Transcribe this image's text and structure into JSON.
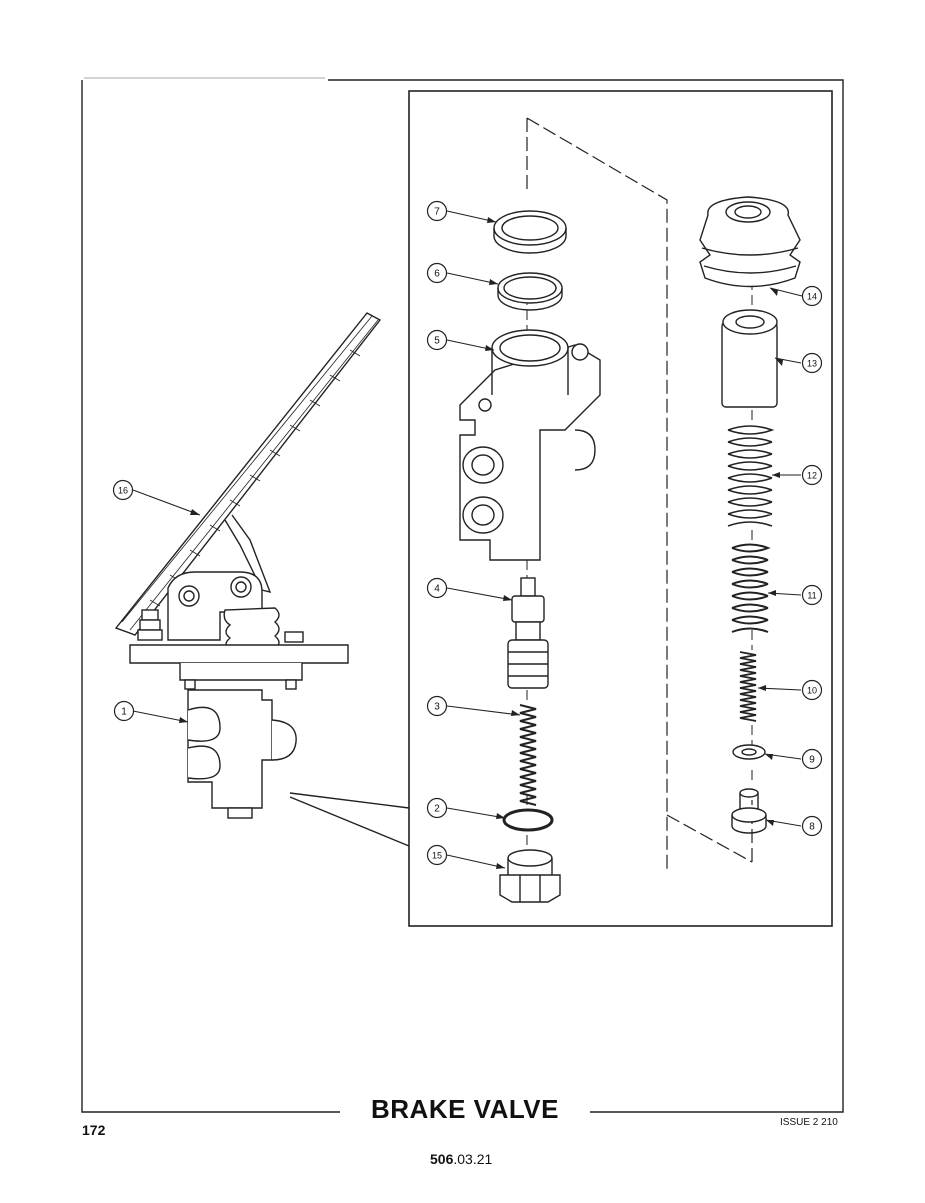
{
  "title": "BRAKE VALVE",
  "page_number": "172",
  "issue": "ISSUE 2 210",
  "reference": {
    "bold": "506",
    "rest": ".03.21"
  },
  "callouts": [
    "1",
    "2",
    "3",
    "4",
    "5",
    "6",
    "7",
    "8",
    "9",
    "10",
    "11",
    "12",
    "13",
    "14",
    "15",
    "16"
  ]
}
